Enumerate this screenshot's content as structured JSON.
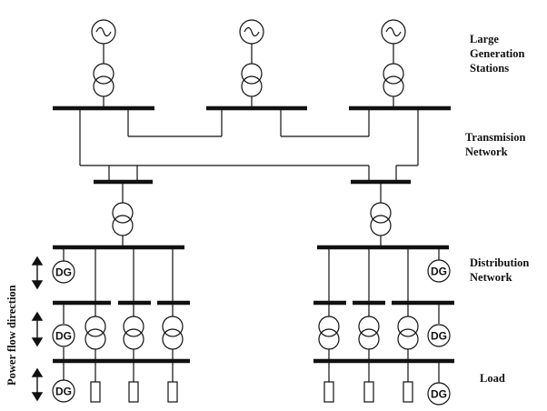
{
  "labels": {
    "generation": "Large\nGeneration\nStations",
    "transmission": "Transmision\nNetwork",
    "distribution": "Distribution\nNetwork",
    "load": "Load",
    "power_flow": "Power flow direction",
    "dg": "DG"
  },
  "colors": {
    "line": "#111111",
    "background": "#ffffff"
  },
  "icons": {
    "generator": "ac-generator-icon",
    "transformer": "transformer-icon",
    "dg": "dg-icon",
    "load": "load-box-icon",
    "arrow": "double-arrow-icon"
  }
}
